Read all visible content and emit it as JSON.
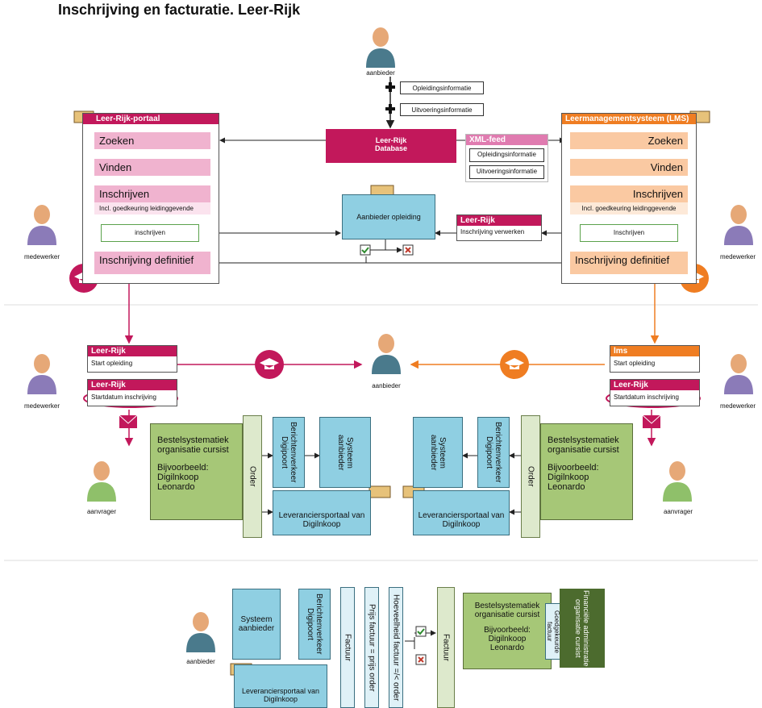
{
  "page": {
    "title": "Inschrijving en facturatie. Leer-Rijk"
  },
  "actors": {
    "aanbieder": "aanbieder",
    "medewerker": "medewerker",
    "aanvrager": "aanvrager"
  },
  "top": {
    "info1": "Opleidingsinformatie",
    "info2": "Uitvoeringsinformatie",
    "database_line1": "Leer-Rijk",
    "database_line2": "Database",
    "xml_feed": "XML-feed",
    "xml_item1": "Opleidingsinformatie",
    "xml_item2": "Uitvoeringsinformatie",
    "aanbieder_opleiding": "Aanbieder opleiding",
    "verwerken_header": "Leer-Rijk",
    "verwerken_label": "Inschrijving verwerken"
  },
  "portal_left": {
    "header": "Leer-Rijk-portaal",
    "zoeken": "Zoeken",
    "vinden": "Vinden",
    "inschrijven": "Inschrijven",
    "note": "Incl. goedkeuring leidinggevende",
    "button": "inschrijven",
    "definitief": "Inschrijving definitief"
  },
  "portal_right": {
    "header": "Leermanagementsysteem (LMS)",
    "zoeken": "Zoeken",
    "vinden": "Vinden",
    "inschrijven": "Inschrijven",
    "note": "Incl. goedkeuring leidinggevende",
    "button": "Inschrijven",
    "definitief": "Inschrijving definitief"
  },
  "middle_left": {
    "hdr1": "Leer-Rijk",
    "start": "Start opleiding",
    "hdr2": "Leer-Rijk",
    "startdatum": "Startdatum inschrijving",
    "bestel_title": "Bestelsystematiek organisatie cursist",
    "bestel_example": "Bijvoorbeeld:",
    "bestel_1": "Digilnkoop",
    "bestel_2": "Leonardo",
    "order": "Order",
    "berichtenverkeer": "Berichtenverkeer Digipoort",
    "systeem": "Systeem aanbieder",
    "leveranciers": "Leveranciersportaal van Digilnkoop"
  },
  "middle_right": {
    "hdr1": "lms",
    "start": "Start opleiding",
    "hdr2": "Leer-Rijk",
    "startdatum": "Startdatum inschrijving",
    "bestel_title": "Bestelsystematiek organisatie cursist",
    "bestel_example": "Bijvoorbeeld:",
    "bestel_1": "Digilnkoop",
    "bestel_2": "Leonardo",
    "order": "Order",
    "berichtenverkeer": "Berichtenverkeer Digipoort",
    "systeem": "Systeem aanbieder",
    "leveranciers": "Leveranciersportaal van Digilnkoop"
  },
  "bottom": {
    "systeem": "Systeem aanbieder",
    "berichtenverkeer": "Berichtenverkeer Digipoort",
    "factuur1": "Factuur",
    "prijs": "Prijs factuur = prijs order",
    "hoeveelheid": "Hoeveelheid factuur =/< order",
    "factuur2": "Factuur",
    "bestel_title": "Bestelsystematiek organisatie cursist",
    "bestel_example": "Bijvoorbeeld:",
    "bestel_1": "Digilnkoop",
    "bestel_2": "Leonardo",
    "goedgekeurde": "Goedgekeurde factuur",
    "financiele": "Financiële administratie organisatie cursist",
    "leveranciers": "Leveranciersportaal van Digilnkoop"
  },
  "colors": {
    "magenta": "#c2185b",
    "orange": "#ef7d22",
    "blue": "#8fcfe2",
    "green": "#a6c777",
    "darkgreen": "#4c6b2e"
  }
}
